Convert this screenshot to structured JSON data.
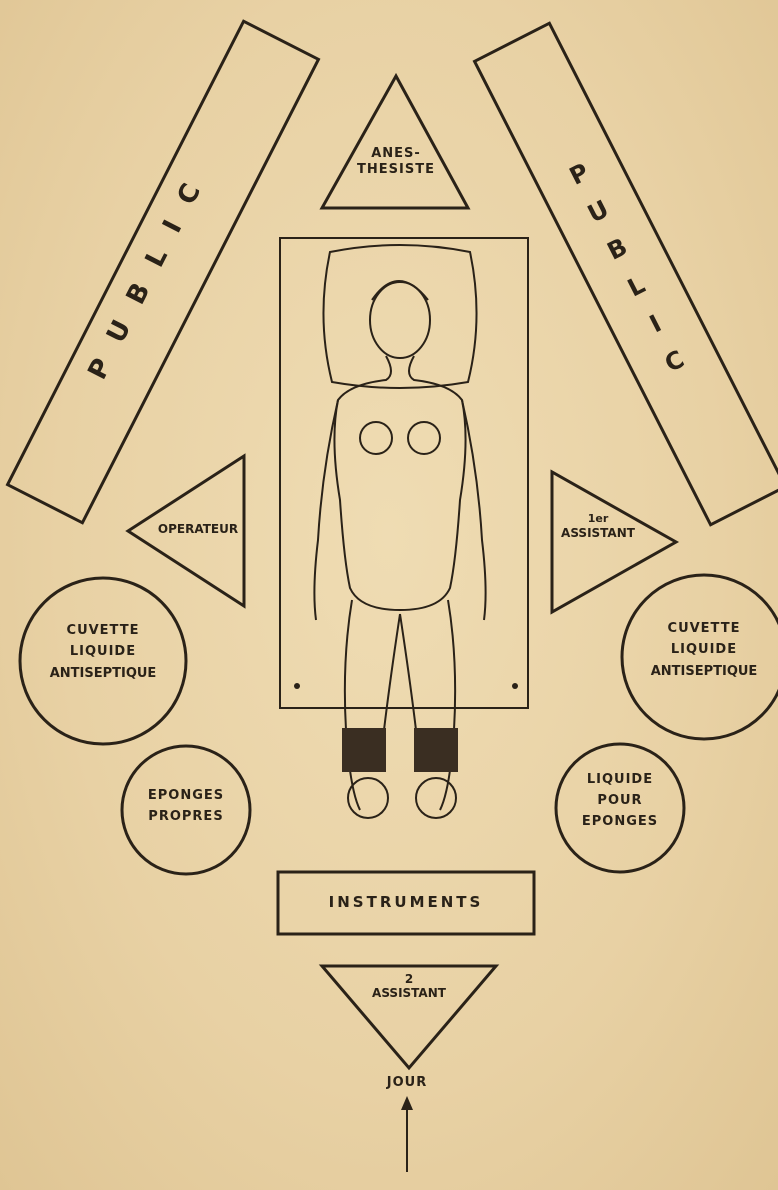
{
  "labels": {
    "public_left": "PUBLIC",
    "public_right": "PUBLIC",
    "anesthesiste_l1": "ANES-",
    "anesthesiste_l2": "THESISTE",
    "operateur": "OPERATEUR",
    "assistant1_l1": "1er",
    "assistant1_l2": "ASSISTANT",
    "cuvette_left": [
      "CUVETTE",
      "LIQUIDE",
      "ANTISEPTIQUE"
    ],
    "cuvette_right": [
      "CUVETTE",
      "LIQUIDE",
      "ANTISEPTIQUE"
    ],
    "eponges_propres": [
      "EPONGES",
      "PROPRES"
    ],
    "liquide_eponges": [
      "LIQUIDE",
      "POUR",
      "EPONGES"
    ],
    "instruments": "INSTRUMENTS",
    "assistant2_l1": "2",
    "assistant2_l2": "ASSISTANT",
    "jour": "JOUR"
  },
  "colors": {
    "paper": "#e9d3a8",
    "ink": "#2a2218"
  }
}
